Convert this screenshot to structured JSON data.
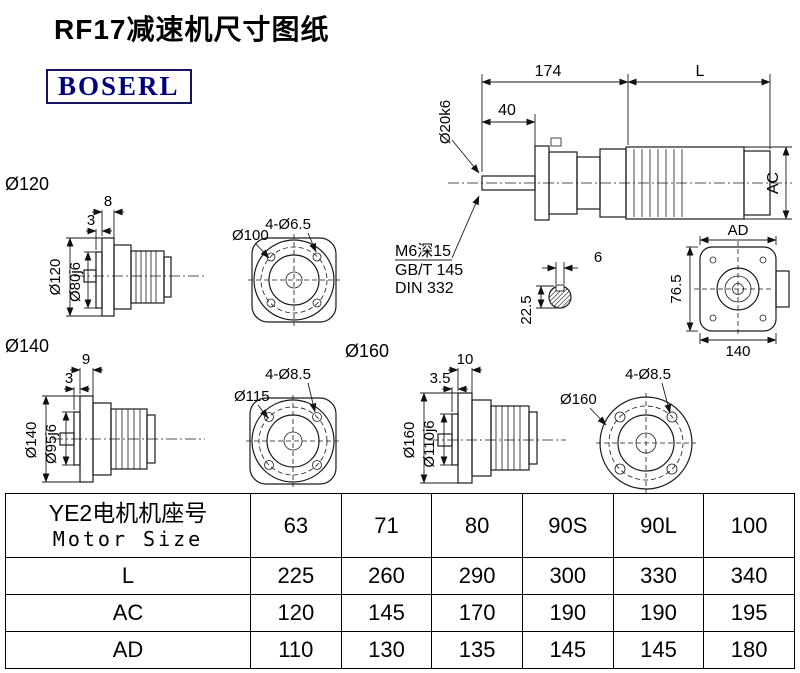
{
  "page": {
    "title": "RF17减速机尺寸图纸",
    "logo": "BOSERL"
  },
  "main_view": {
    "dim_174": "174",
    "dim_L": "L",
    "dim_40": "40",
    "shaft_dia": "Ø20k6",
    "dim_ac": "AC",
    "dim_ad": "AD",
    "note1": "M6深15",
    "note2": "GB/T 145",
    "note3": "DIN 332",
    "key_width": "6",
    "key_depth": "22.5",
    "dim_76_5": "76.5",
    "dim_140": "140"
  },
  "view120": {
    "label": "Ø120",
    "step": "8",
    "spigot_depth": "3",
    "flange_dia": "Ø120",
    "spigot_dia": "Ø80j6",
    "bolt_circle": "Ø100",
    "holes": "4-Ø6.5"
  },
  "view140": {
    "label": "Ø140",
    "step": "9",
    "spigot_depth": "3",
    "flange_dia": "Ø140",
    "spigot_dia": "Ø95j6",
    "bolt_circle": "Ø115",
    "holes": "4-Ø8.5"
  },
  "view160": {
    "label": "Ø160",
    "step": "10",
    "spigot_depth": "3.5",
    "flange_dia": "Ø160",
    "spigot_dia": "Ø110j6",
    "bolt_circle": "Ø160",
    "holes": "4-Ø8.5"
  },
  "table": {
    "header_cn": "YE2电机机座号",
    "header_en": "Motor Size",
    "columns": [
      "63",
      "71",
      "80",
      "90S",
      "90L",
      "100"
    ],
    "rows": [
      {
        "label": "L",
        "values": [
          "225",
          "260",
          "290",
          "300",
          "330",
          "340"
        ]
      },
      {
        "label": "AC",
        "values": [
          "120",
          "145",
          "170",
          "190",
          "190",
          "195"
        ]
      },
      {
        "label": "AD",
        "values": [
          "110",
          "130",
          "135",
          "145",
          "145",
          "180"
        ]
      }
    ]
  }
}
